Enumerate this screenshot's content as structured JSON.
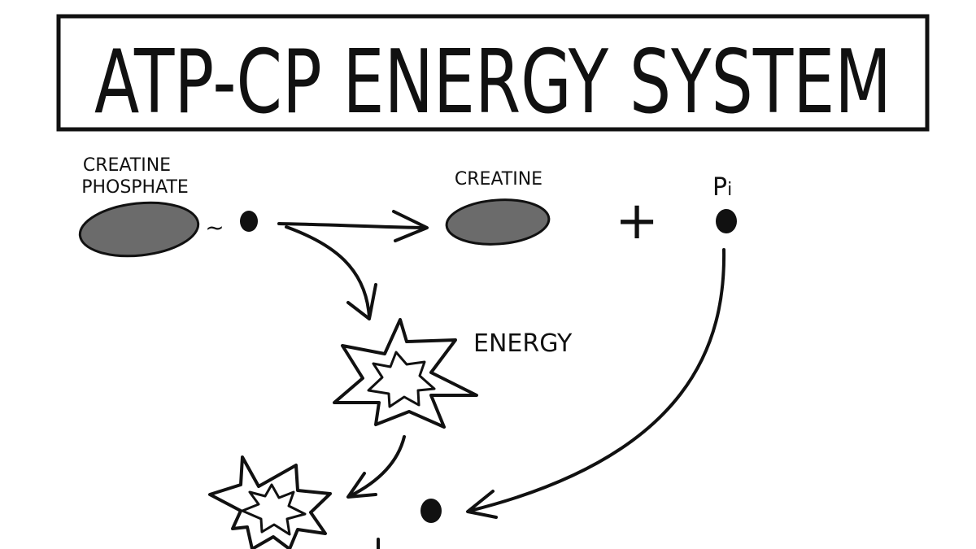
{
  "title": "ATP-CP ENERGY SYSTEM",
  "labels": {
    "creatine_phosphate_line1": "CREATINE",
    "creatine_phosphate_line2": "PHOSPHATE",
    "bond": "~",
    "creatine": "CREATINE",
    "plus": "+",
    "pi_main": "P",
    "pi_sub": "i",
    "energy": "ENERGY"
  },
  "colors": {
    "ink": "#111111",
    "molecule_fill": "#6b6b6b",
    "background": "#ffffff"
  }
}
